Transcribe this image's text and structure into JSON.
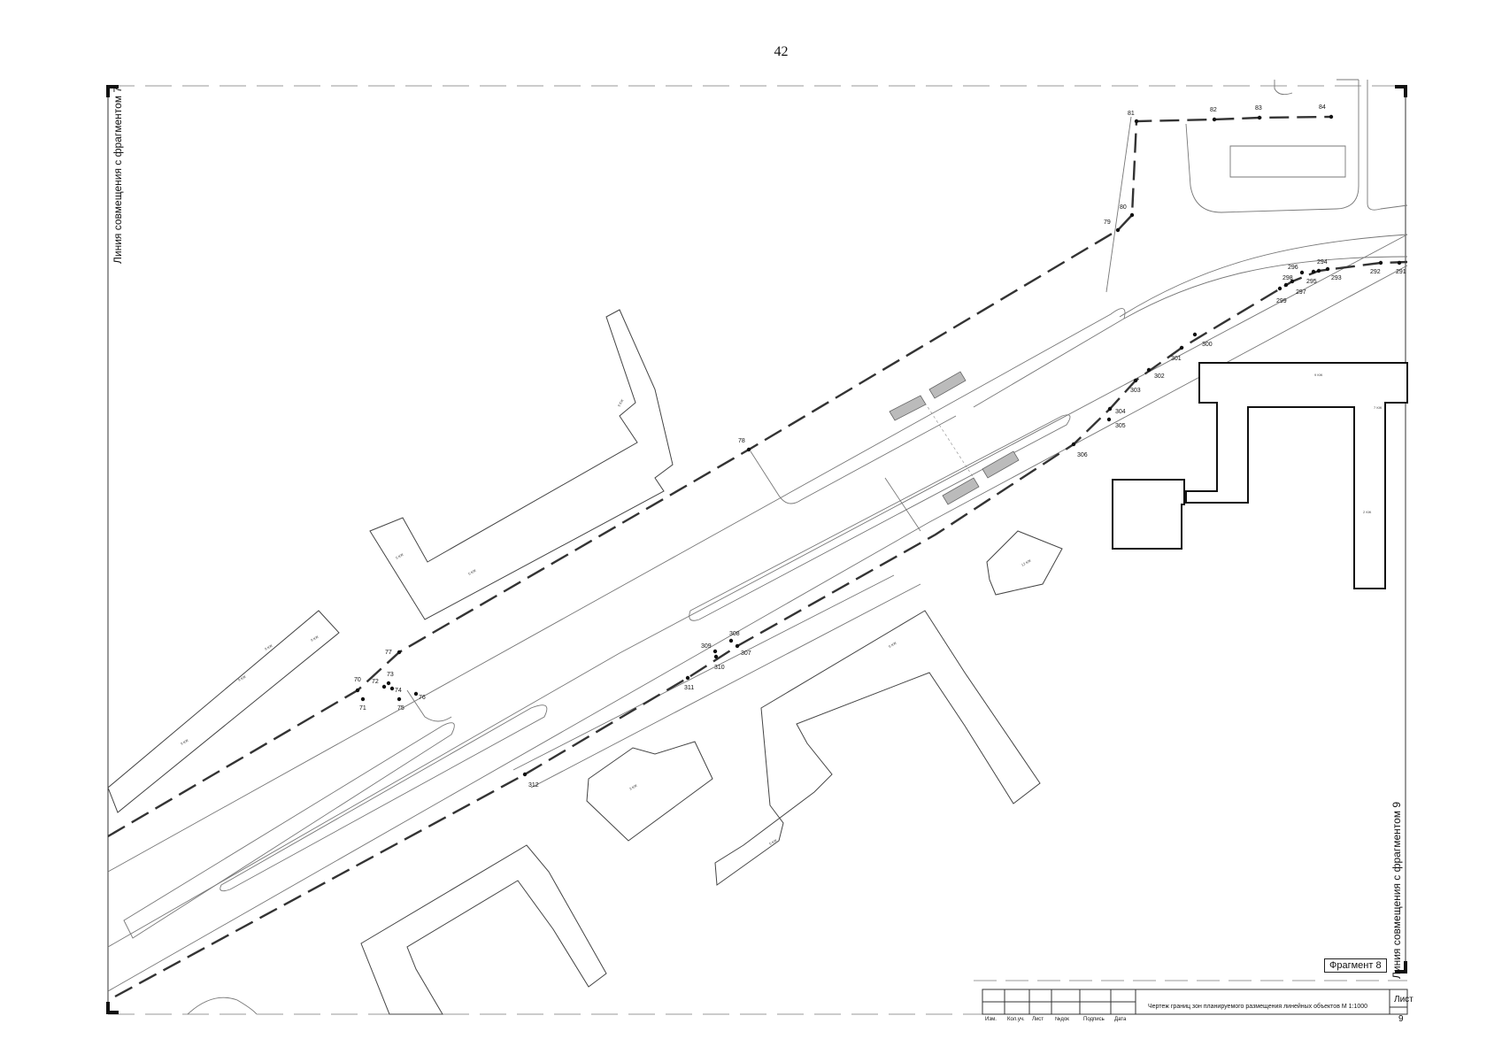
{
  "page_number": "42",
  "side_labels": {
    "left": "Линия совмещения с фрагментом 7",
    "right": "Линия совмещения с фрагментом 9"
  },
  "fragment_tag": "Фрагмент 8",
  "title_block": {
    "title": "Чертеж границ зон планируемого размещения линейных объектов М 1:1000",
    "sheet_label": "Лист",
    "sheet_number": "9",
    "columns": [
      "Изм.",
      "Кол.уч.",
      "Лист",
      "№док",
      "Подпись",
      "Дата"
    ]
  },
  "points": [
    {
      "id": "70"
    },
    {
      "id": "71"
    },
    {
      "id": "72"
    },
    {
      "id": "73"
    },
    {
      "id": "74"
    },
    {
      "id": "75"
    },
    {
      "id": "76"
    },
    {
      "id": "77"
    },
    {
      "id": "78"
    },
    {
      "id": "79"
    },
    {
      "id": "80"
    },
    {
      "id": "81"
    },
    {
      "id": "82"
    },
    {
      "id": "83"
    },
    {
      "id": "84"
    },
    {
      "id": "291"
    },
    {
      "id": "292"
    },
    {
      "id": "293"
    },
    {
      "id": "294"
    },
    {
      "id": "295"
    },
    {
      "id": "296"
    },
    {
      "id": "297"
    },
    {
      "id": "298"
    },
    {
      "id": "299"
    },
    {
      "id": "300"
    },
    {
      "id": "301"
    },
    {
      "id": "302"
    },
    {
      "id": "303"
    },
    {
      "id": "304"
    },
    {
      "id": "305"
    },
    {
      "id": "306"
    },
    {
      "id": "307"
    },
    {
      "id": "308"
    },
    {
      "id": "309"
    },
    {
      "id": "310"
    },
    {
      "id": "311"
    },
    {
      "id": "312"
    }
  ],
  "buildings": [
    {
      "label": "9 КЖ"
    },
    {
      "label": "5 КЖ"
    },
    {
      "label": "9 КЖ"
    },
    {
      "label": "9 КЖ"
    },
    {
      "label": "9 КЖ"
    },
    {
      "label": "5 КЖ"
    },
    {
      "label": "12 КЖ"
    },
    {
      "label": "3 КЖ"
    },
    {
      "label": "9 КЖ"
    },
    {
      "label": "6 КЖ"
    },
    {
      "label": "5 КЖ"
    },
    {
      "label": "9 КЖ"
    },
    {
      "label": "7 КЖ"
    },
    {
      "label": "2 КЖ"
    }
  ]
}
